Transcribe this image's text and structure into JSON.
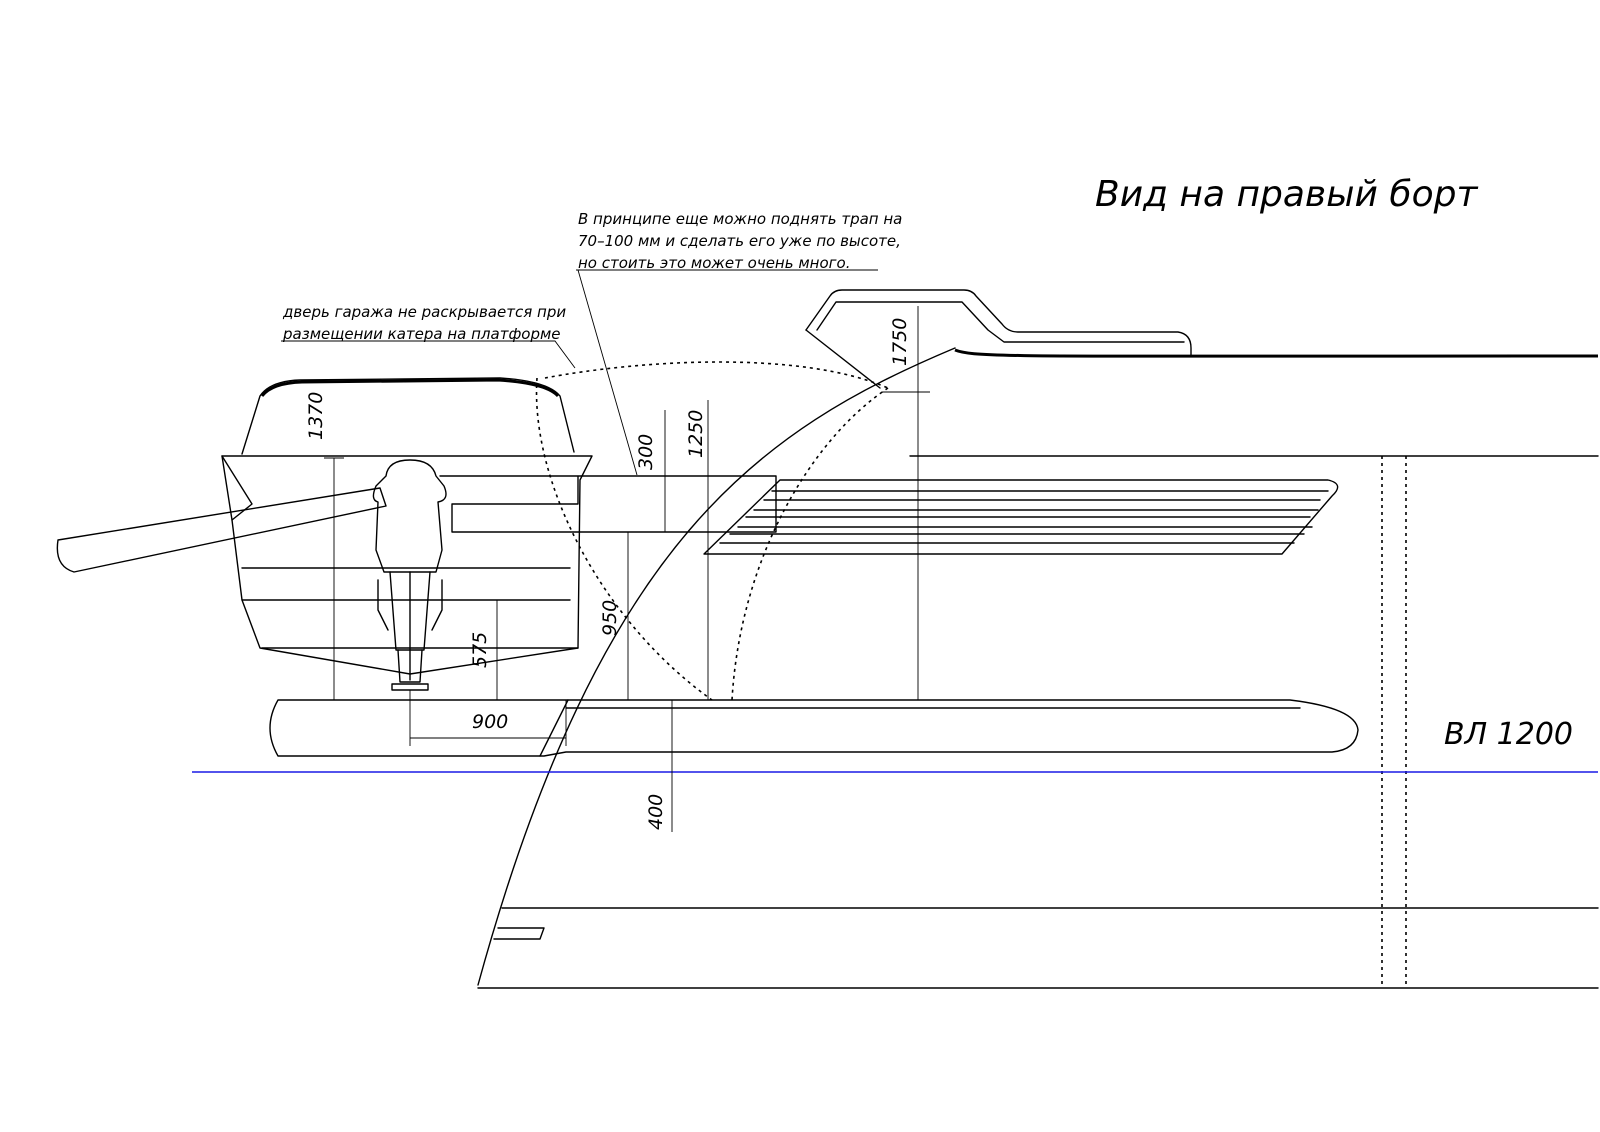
{
  "title": "Вид на правый борт",
  "waterline_label": "ВЛ 1200",
  "notes": {
    "ladder": [
      "В принципе еще можно поднять трап на",
      "70–100 мм и сделать его уже по высоте,",
      "но стоить это может очень много."
    ],
    "garage": [
      "дверь гаража не раскрывается при",
      "размещении катера на платформе"
    ]
  },
  "dimensions": {
    "d1370": "1370",
    "d300": "300",
    "d1250": "1250",
    "d1750": "1750",
    "d950": "950",
    "d575": "575",
    "d900": "900",
    "d400": "400"
  },
  "colors": {
    "waterline": "#1a1ae6",
    "line": "#000000"
  }
}
